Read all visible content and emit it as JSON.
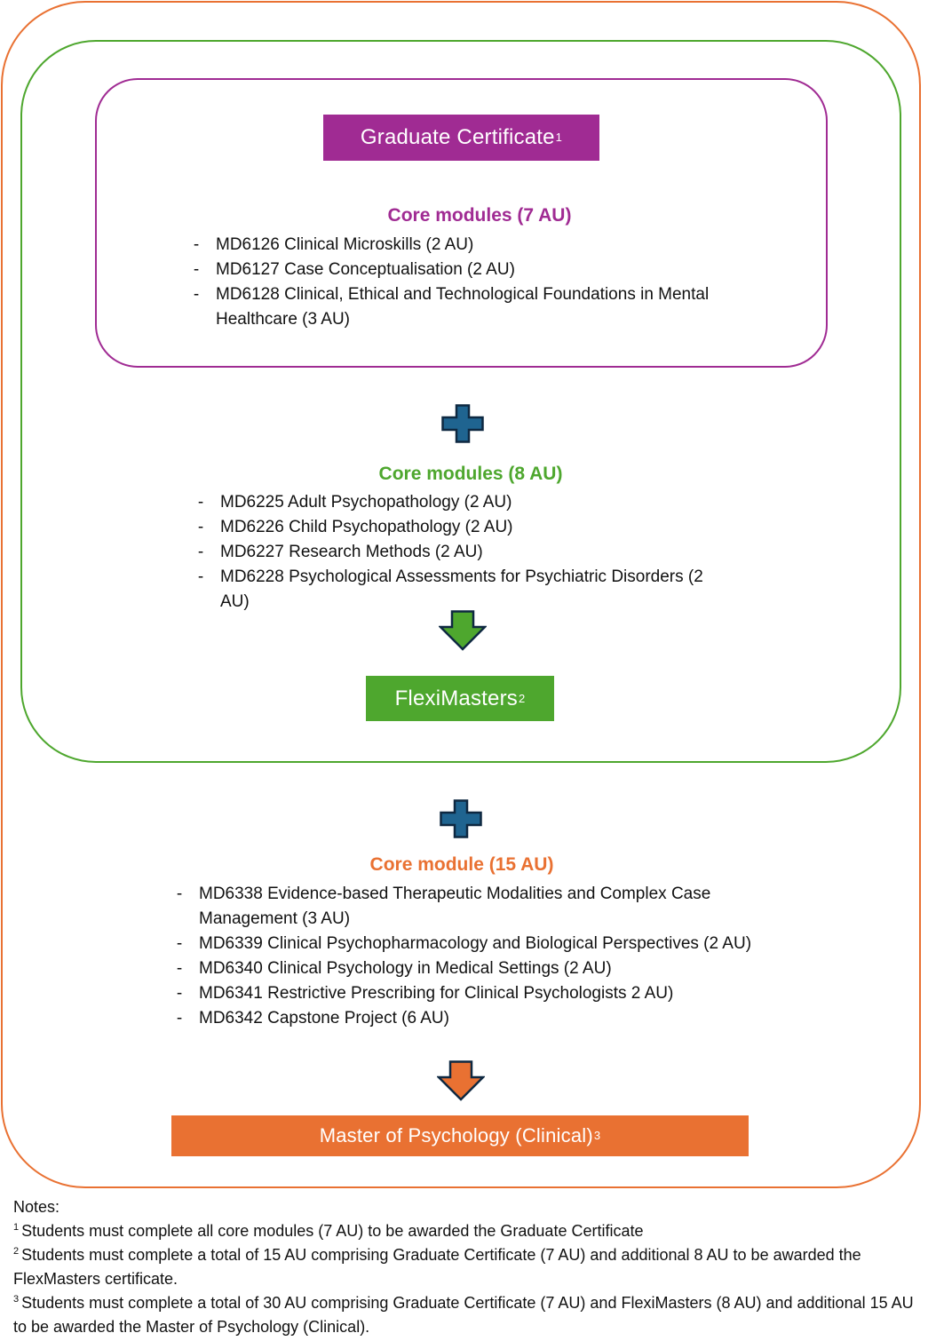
{
  "colors": {
    "graduate_certificate": "#A02B93",
    "fleximasters": "#4EA72E",
    "masters": "#E97132",
    "plus_fill": "#1F6490",
    "icon_outline": "#0E2841"
  },
  "graduate_certificate": {
    "title": "Graduate Certificate",
    "footnote_ref": "1",
    "heading": "Core modules (7 AU)",
    "modules": [
      {
        "bullet": "-",
        "text": "MD6126 Clinical Microskills (2 AU)"
      },
      {
        "bullet": "-",
        "text": "MD6127 Case Conceptualisation (2 AU)"
      },
      {
        "bullet": "-",
        "text": "MD6128 Clinical, Ethical and Technological Foundations in Mental Healthcare (3 AU)"
      }
    ]
  },
  "connector_1": {
    "icon": "plus-icon"
  },
  "fleximasters": {
    "heading": "Core modules (8 AU)",
    "modules": [
      {
        "bullet": "-",
        "text": "MD6225 Adult Psychopathology (2 AU)"
      },
      {
        "bullet": "-",
        "text": "MD6226 Child Psychopathology (2 AU)"
      },
      {
        "bullet": "-",
        "text": "MD6227 Research Methods (2 AU)"
      },
      {
        "bullet": "-",
        "text": "MD6228 Psychological Assessments for Psychiatric Disorders (2 AU)"
      }
    ],
    "arrow_icon": "arrow-down-icon",
    "title": "FlexiMasters",
    "footnote_ref": "2"
  },
  "connector_2": {
    "icon": "plus-icon"
  },
  "masters": {
    "heading": "Core module (15 AU)",
    "modules": [
      {
        "bullet": "-",
        "text": "MD6338 Evidence-based Therapeutic Modalities and Complex Case Management (3 AU)"
      },
      {
        "bullet": "-",
        "text": "MD6339 Clinical Psychopharmacology and Biological Perspectives (2 AU)"
      },
      {
        "bullet": "-",
        "text": "MD6340 Clinical Psychology in Medical Settings (2 AU)"
      },
      {
        "bullet": "-",
        "text": "MD6341 Restrictive Prescribing for Clinical Psychologists 2 AU)"
      },
      {
        "bullet": "-",
        "text": "MD6342 Capstone Project (6 AU)"
      }
    ],
    "arrow_icon": "arrow-down-icon",
    "title": "Master of Psychology (Clinical)",
    "footnote_ref": "3"
  },
  "notes": {
    "label": "Notes:",
    "items": [
      {
        "ref": "1",
        "text": "Students must complete all core modules (7 AU) to be awarded the Graduate Certificate"
      },
      {
        "ref": "2",
        "text": "Students must complete a total of 15 AU comprising Graduate Certificate (7 AU) and additional 8 AU to be awarded the FlexMasters certificate."
      },
      {
        "ref": "3",
        "text": "Students must complete a total of 30 AU comprising Graduate Certificate (7 AU) and FlexiMasters (8 AU) and additional 15 AU to be awarded the Master of Psychology (Clinical)."
      }
    ]
  }
}
